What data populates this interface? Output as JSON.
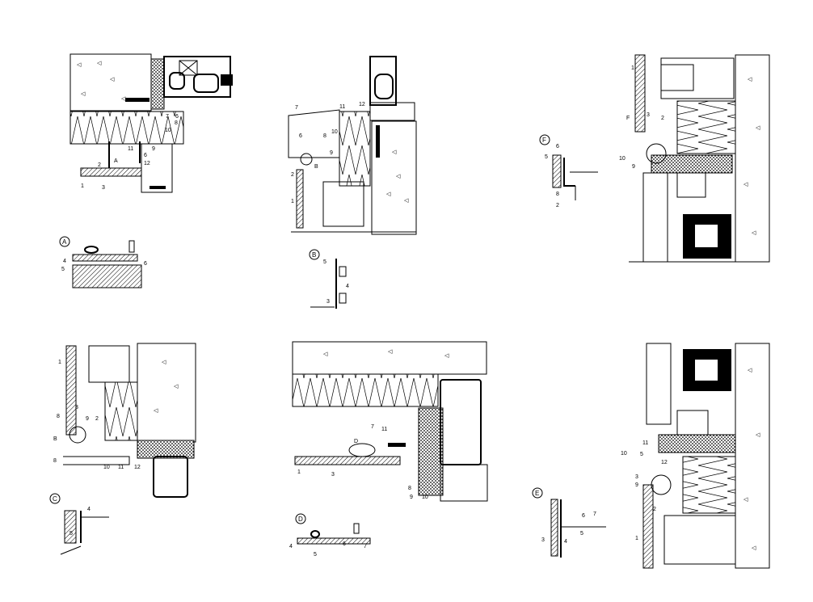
{
  "drawing": {
    "panels": [
      {
        "name": "top-left-window-head",
        "callouts": [
          "1",
          "2",
          "3",
          "A",
          "6",
          "7",
          "8",
          "10",
          "11",
          "6",
          "12",
          "9"
        ]
      },
      {
        "name": "top-middle-window-sill",
        "callouts": [
          "7",
          "11",
          "12",
          "6",
          "8",
          "10",
          "9",
          "2",
          "1",
          "B"
        ]
      },
      {
        "name": "top-right-section",
        "callouts": [
          "1",
          "3",
          "2",
          "F",
          "10",
          "9"
        ]
      },
      {
        "name": "bottom-left-jamb",
        "callouts": [
          "1",
          "3",
          "8",
          "9",
          "2",
          "B",
          "8",
          "10",
          "11",
          "12"
        ]
      },
      {
        "name": "bottom-middle-head",
        "callouts": [
          "7",
          "11",
          "D",
          "1",
          "3",
          "8",
          "9",
          "10"
        ]
      },
      {
        "name": "bottom-right-section",
        "callouts": [
          "11",
          "10",
          "5",
          "12",
          "3",
          "9",
          "2",
          "1"
        ]
      }
    ],
    "details": [
      {
        "id": "A",
        "callouts": [
          "4",
          "5",
          "6"
        ]
      },
      {
        "id": "B",
        "callouts": [
          "5",
          "4",
          "3"
        ]
      },
      {
        "id": "F",
        "callouts": [
          "6",
          "5",
          "8",
          "2"
        ]
      },
      {
        "id": "C",
        "callouts": [
          "4",
          "5"
        ]
      },
      {
        "id": "D",
        "callouts": [
          "4",
          "5",
          "6",
          "7"
        ]
      },
      {
        "id": "E",
        "callouts": [
          "3",
          "4",
          "5",
          "6",
          "7"
        ]
      }
    ]
  }
}
